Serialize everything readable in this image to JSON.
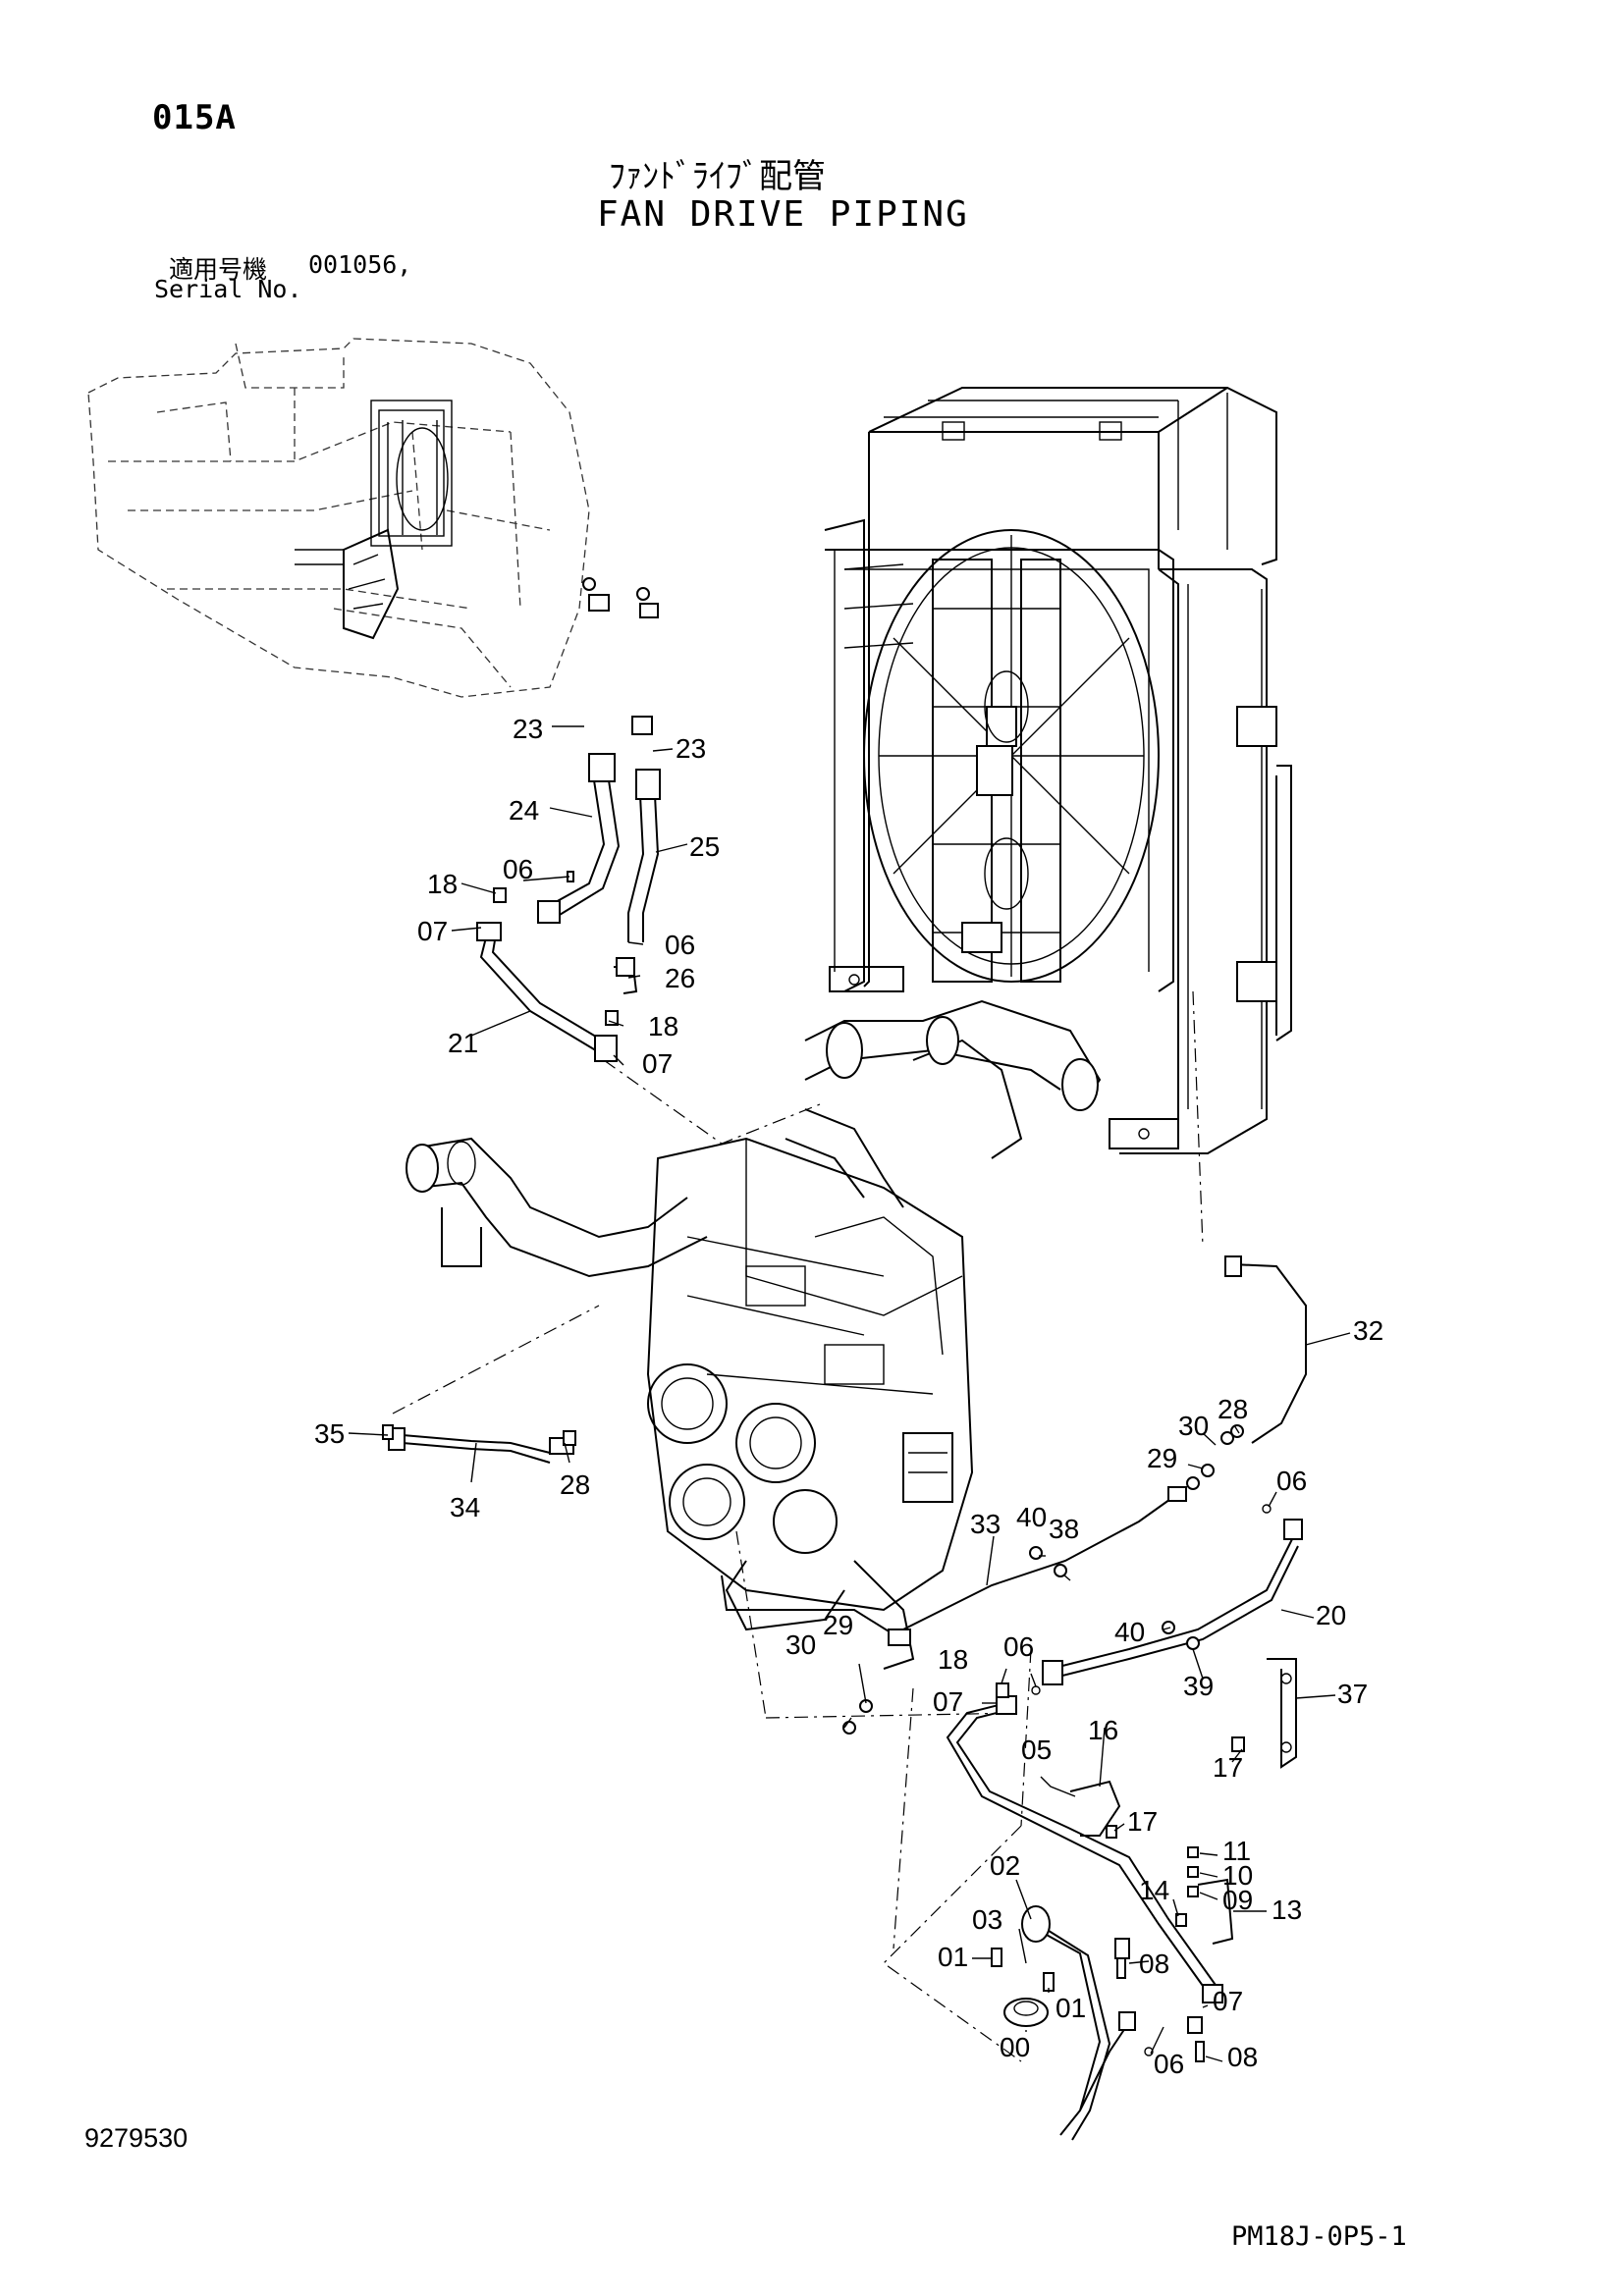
{
  "header": {
    "page_code": "015A",
    "title_jp": "ﾌｧﾝﾄﾞﾗｲﾌﾞ配管",
    "title_en": "FAN DRIVE PIPING",
    "serial_label_jp": "適用号機",
    "serial_value": "001056,",
    "serial_label_en": "Serial No."
  },
  "footer": {
    "doc_number": "9279530",
    "sheet_code": "PM18J-0P5-1"
  },
  "callouts": {
    "c23a": "23",
    "c23b": "23",
    "c24": "24",
    "c25": "25",
    "c18a": "18",
    "c06a": "06",
    "c07a": "07",
    "c06b": "06",
    "c26": "26",
    "c21": "21",
    "c18b": "18",
    "c07b": "07",
    "c32": "32",
    "c35": "35",
    "c34": "34",
    "c28a": "28",
    "c30a": "30",
    "c28b": "28",
    "c29a": "29",
    "c06c": "06",
    "c40a": "40",
    "c38": "38",
    "c33": "33",
    "c20": "20",
    "c30b": "30",
    "c29b": "29",
    "c18c": "18",
    "c06d": "06",
    "c07c": "07",
    "c40b": "40",
    "c39": "39",
    "c37": "37",
    "c05": "05",
    "c16": "16",
    "c17a": "17",
    "c17b": "17",
    "c11": "11",
    "c10": "10",
    "c09": "09",
    "c14": "14",
    "c13": "13",
    "c02": "02",
    "c03": "03",
    "c01a": "01",
    "c01b": "01",
    "c00": "00",
    "c08a": "08",
    "c07d": "07",
    "c06e": "06",
    "c08b": "08"
  },
  "icons": [
    "machine-overview-icon",
    "radiator-fan-icon",
    "fan-drive-pump-icon"
  ]
}
